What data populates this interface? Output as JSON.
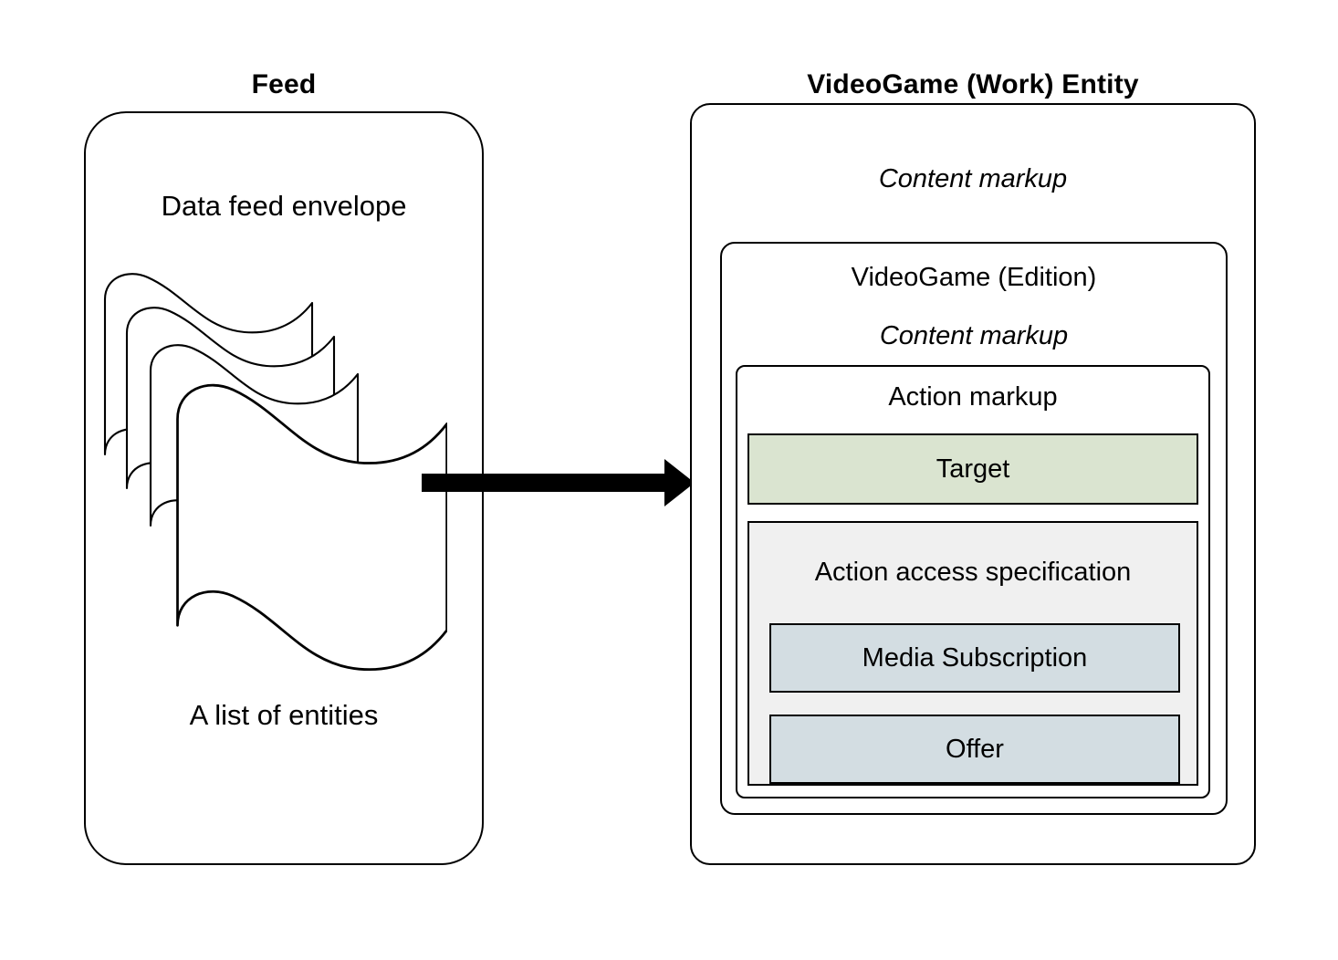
{
  "diagram": {
    "background": "#ffffff",
    "stroke": "#000000"
  },
  "feed_panel": {
    "title": "Feed",
    "envelope_label": "Data feed envelope",
    "list_label": "A list of entities",
    "graphic": "document-stack-icon",
    "page_count": 4
  },
  "arrow": {
    "name": "feed-to-entity-arrow",
    "direction": "right",
    "color": "#000000"
  },
  "entity_panel": {
    "title": "VideoGame (Work) Entity",
    "content_markup_label": "Content markup",
    "edition": {
      "name": "VideoGame (Edition)",
      "content_markup_label": "Content markup",
      "action_markup": {
        "heading": "Action markup",
        "target": {
          "label": "Target",
          "color": "#dae4d0"
        },
        "access_specification": {
          "label": "Action access specification",
          "color": "#f0f0f0",
          "items": [
            {
              "label": "Media Subscription",
              "color": "#d3dde2"
            },
            {
              "label": "Offer",
              "color": "#d3dde2"
            }
          ]
        }
      }
    }
  }
}
